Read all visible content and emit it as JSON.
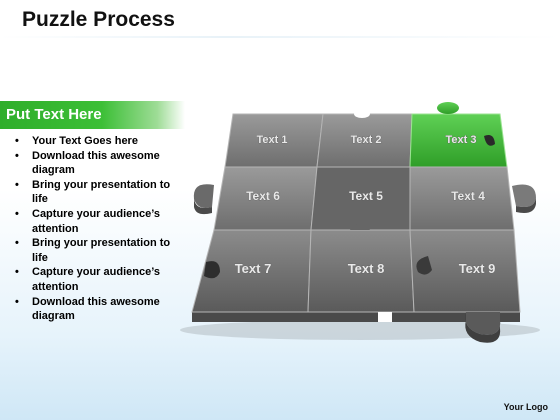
{
  "title": "Puzzle Process",
  "sidebar": {
    "header": "Put Text Here",
    "bullets": [
      "Your Text Goes here",
      "Download this awesome diagram",
      "Bring your presentation to life",
      "Capture your audience’s attention",
      "Bring your presentation to life",
      "Capture your audience’s attention",
      "Download this awesome diagram"
    ]
  },
  "puzzle": {
    "highlight_color": "#3db534",
    "piece_color": "#7a7a7a",
    "pieces": [
      {
        "id": "p1",
        "label": "Text 1",
        "highlighted": false
      },
      {
        "id": "p2",
        "label": "Text 2",
        "highlighted": false
      },
      {
        "id": "p3",
        "label": "Text 3",
        "highlighted": true
      },
      {
        "id": "p6",
        "label": "Text 6",
        "highlighted": false
      },
      {
        "id": "p5",
        "label": "Text 5",
        "highlighted": false
      },
      {
        "id": "p4",
        "label": "Text 4",
        "highlighted": false
      },
      {
        "id": "p7",
        "label": "Text 7",
        "highlighted": false
      },
      {
        "id": "p8",
        "label": "Text 8",
        "highlighted": false
      },
      {
        "id": "p9",
        "label": "Text 9",
        "highlighted": false
      }
    ]
  },
  "footer": {
    "logo": "Your Logo"
  }
}
